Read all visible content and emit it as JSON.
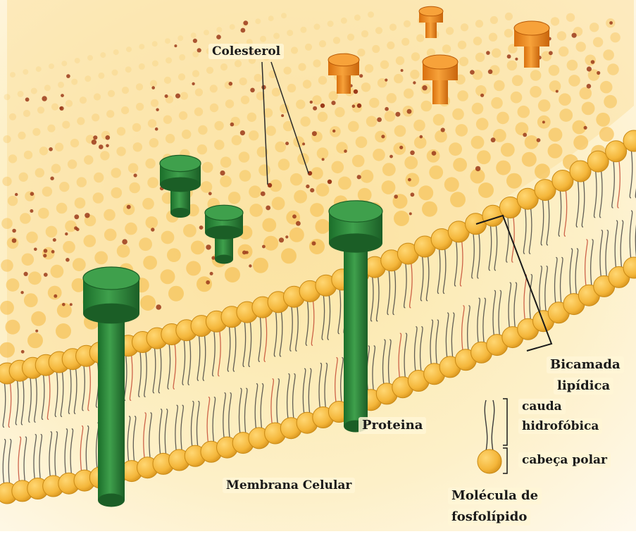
{
  "labels": {
    "cholesterol": "Colesterol",
    "protein": "Proteina",
    "membrane": "Membrana Celular",
    "bilayer_line1": "Bicamada",
    "bilayer_line2": "lipídica",
    "tail_line1": "cauda",
    "tail_line2": "hidrofóbica",
    "head": "cabeça polar",
    "molecule_line1": "Molécula de",
    "molecule_line2": "fosfolípido"
  },
  "colors": {
    "background": "#fdf1cf",
    "head": "#f4b63a",
    "head_dark": "#c98a16",
    "tail": "#3a3a3a",
    "cholesterol_dot": "#9b3a1a",
    "protein_green": "#2e8b3a",
    "protein_dark": "#1b5e26",
    "orange_protein": "#ef8c1e"
  }
}
